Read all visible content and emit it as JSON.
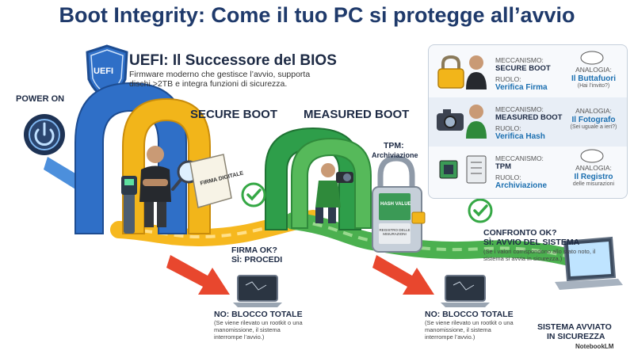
{
  "title": "Boot Integrity: Come il tuo PC si protegge all’avvio",
  "uefi": {
    "badge": "UEFI",
    "heading": "UEFI: Il Successore del BIOS",
    "description": "Firmware moderno che gestisce l’avvio, supporta dischi >2TB e integra funzioni di sicurezza."
  },
  "power_on": "POWER ON",
  "stages": {
    "secure_boot": "SECURE BOOT",
    "measured_boot": "MEASURED BOOT",
    "tpm_label": "TPM:",
    "tpm_sub": "Archiviazione",
    "paper_label": "FIRMA DIGITALE",
    "lock_label_1": "HASH VALUE",
    "lock_label_2": "REGISTRO DELLE MISURAZIONI"
  },
  "checks": {
    "firma_q": "FIRMA OK?",
    "firma_a": "SÌ: PROCEDI",
    "confronto_q": "CONFRONTO OK?",
    "confronto_a": "SÌ: AVVIO DEL SISTEMA",
    "confronto_note": "(Se i valori corrispondono allo stato noto, il sistema si avvia in sicurezza.)"
  },
  "fail": {
    "title": "NO: BLOCCO TOTALE",
    "note": "(Se viene rilevato un rootkit o una manomissione, il sistema interrompe l’avvio.)"
  },
  "final": {
    "line1": "SISTEMA AVVIATO",
    "line2": "IN SICUREZZA"
  },
  "legend": {
    "rows": [
      {
        "k1": "MECCANISMO:",
        "v1": "SECURE BOOT",
        "k2": "RUOLO:",
        "v2": "Verifica Firma",
        "a_key": "ANALOGIA:",
        "a_val": "Il Buttafuori",
        "a_note": "(Hai l’invito?)"
      },
      {
        "k1": "MECCANISMO:",
        "v1": "MEASURED BOOT",
        "k2": "RUOLO:",
        "v2": "Verifica Hash",
        "a_key": "ANALOGIA:",
        "a_val": "Il Fotografo",
        "a_note": "(Sei uguale a ieri?)"
      },
      {
        "k1": "MECCANISMO:",
        "v1": "TPM",
        "k2": "RUOLO:",
        "v2": "Archiviazione",
        "a_key": "ANALOGIA:",
        "a_val": "Il Registro",
        "a_note": "delle misurazioni"
      }
    ]
  },
  "watermark": "NotebookLM",
  "colors": {
    "title": "#1f3a6b",
    "secure_arch": "#2f6fc7",
    "secure_inner": "#f2b51a",
    "measured_arch": "#2e9e4a",
    "path_yellow": "#f6b81f",
    "path_green": "#4bb04f",
    "fail_red": "#e8472e",
    "check_green": "#35a845",
    "accent_blue": "#1b6fb0"
  }
}
